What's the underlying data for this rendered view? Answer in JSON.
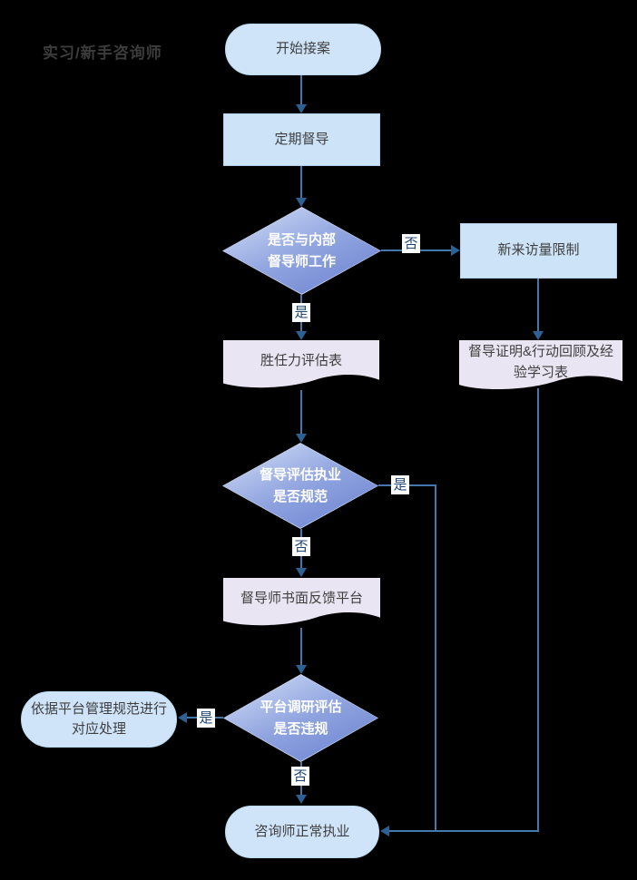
{
  "title": "实习/新手咨询师",
  "flow": {
    "nodes": {
      "start": "开始接案",
      "regular_supervision": "定期督导",
      "decision_internal_supervisor": "是否与内部督导师工作",
      "new_visitor_limit": "新来访量限制",
      "competency_assessment_form": "胜任力评估表",
      "supervision_proof_form": "督导证明&行动回顾及经验学习表",
      "decision_practice_compliant": "督导评估执业是否规范",
      "supervisor_written_feedback": "督导师书面反馈平台",
      "decision_platform_violation": "平台调研评估是否违规",
      "platform_rule_handling": "依据平台管理规范进行对应处理",
      "normal_practice": "咨询师正常执业"
    },
    "edge_labels": {
      "yes": "是",
      "no": "否"
    }
  },
  "colors": {
    "background": "#000000",
    "process_fill": "#cde3f8",
    "terminator_fill": "#cfe4f9",
    "document_fill": "#eae5f2",
    "decision_gradient_start": "#c9d7f3",
    "decision_gradient_end": "#6d84d1",
    "connector": "#4478ab",
    "arrowhead": "#2d6093",
    "edge_label_text": "#1f4571",
    "node_text": "#3f3f3f",
    "decision_text": "#ffffff",
    "title_text": "#3c3c3c"
  }
}
